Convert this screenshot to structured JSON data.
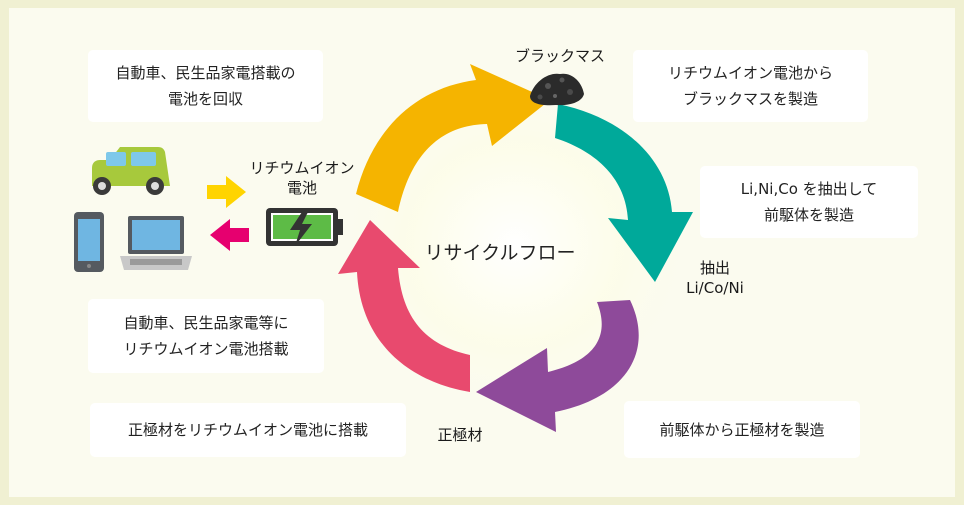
{
  "title": "リサイクルフロー",
  "nodes": {
    "black_mass": "ブラックマス",
    "extraction": {
      "line1": "抽出",
      "line2": "Li/Co/Ni"
    },
    "cathode": "正極材",
    "battery": {
      "line1": "リチウムイオン",
      "line2": "電池"
    }
  },
  "steps": {
    "collect": {
      "line1": "自動車、民生品家電搭載の",
      "line2": "電池を回収"
    },
    "black_mass_make": {
      "line1": "リチウムイオン電池から",
      "line2": "ブラックマスを製造"
    },
    "precursor_make": {
      "line1": "Li,Ni,Co を抽出して",
      "line2": "前駆体を製造"
    },
    "cathode_make": "前駆体から正極材を製造",
    "mount_cathode": "正極材をリチウムイオン電池に搭載",
    "mount_battery": {
      "line1": "自動車、民生品家電等に",
      "line2": "リチウムイオン電池搭載"
    }
  },
  "colors": {
    "arrow_yellow": "#f5b400",
    "arrow_teal": "#00a99a",
    "arrow_purple": "#8e4a9a",
    "arrow_pink": "#e84a6e",
    "small_arrow_yellow": "#ffd400",
    "small_arrow_pink": "#e6006f",
    "car": "#a8c f3c",
    "battery_charge": "#5dbb46"
  },
  "icons": [
    "car-icon",
    "smartphone-icon",
    "laptop-icon",
    "battery-charging-icon",
    "black-mass-icon"
  ]
}
